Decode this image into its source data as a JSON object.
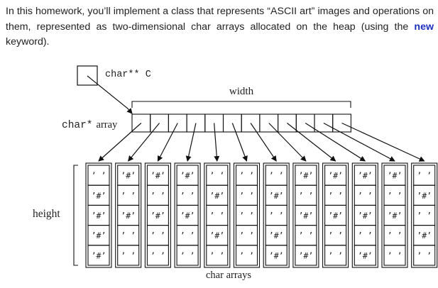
{
  "intro": {
    "before": "In this homework, you’ll implement a class that represents “ASCII art” images and operations on them, represented as two-dimensional char arrays allocated on the heap (using the ",
    "keyword": "new",
    "after": " keyword)."
  },
  "colors": {
    "text": "#222222",
    "keyword": "#1d2fbf",
    "line": "#111111"
  },
  "diagram": {
    "pointer_label": "char** C",
    "width_label": "width",
    "array_type": "char*",
    "array_word": "array",
    "height_label": "height",
    "bottom_label": "char arrays",
    "cell_labels": [
      "’ ’",
      "’#’"
    ],
    "grid": [
      [
        0,
        1,
        1,
        1,
        0,
        0,
        0,
        1,
        1,
        1,
        1,
        0
      ],
      [
        1,
        0,
        0,
        0,
        1,
        0,
        1,
        0,
        0,
        0,
        0,
        1
      ],
      [
        1,
        1,
        1,
        1,
        0,
        0,
        0,
        1,
        1,
        1,
        1,
        0
      ],
      [
        1,
        0,
        0,
        0,
        1,
        0,
        1,
        0,
        0,
        0,
        0,
        1
      ],
      [
        1,
        0,
        0,
        0,
        0,
        0,
        1,
        1,
        0,
        1,
        0,
        0
      ]
    ]
  }
}
